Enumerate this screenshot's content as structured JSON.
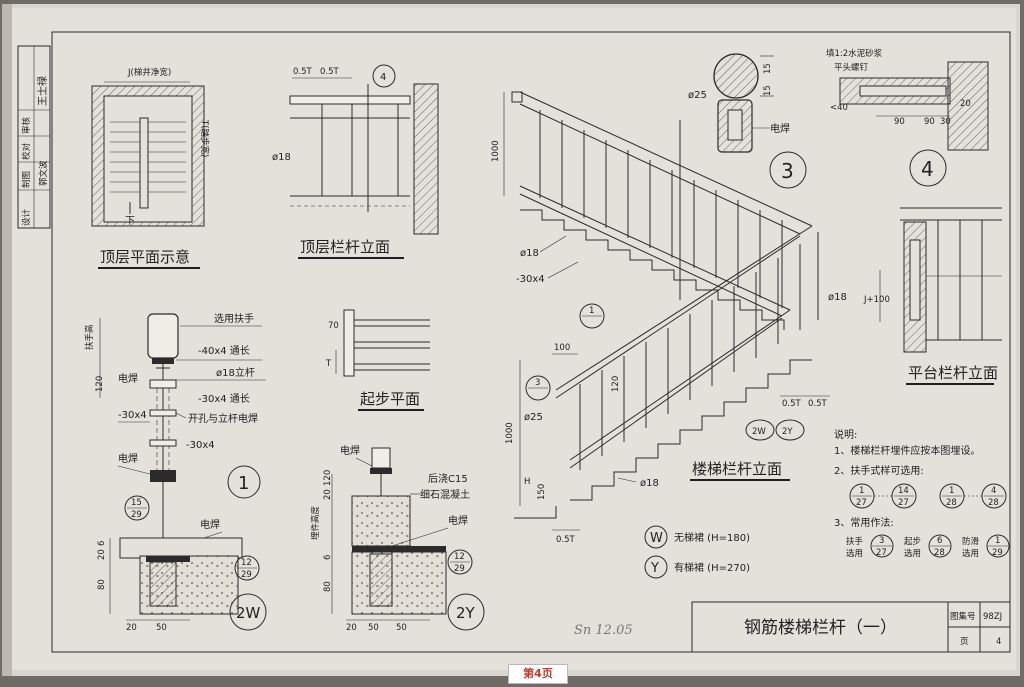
{
  "sheet": {
    "title": "钢筋楼梯栏杆（一）",
    "atlas_label": "图集号",
    "atlas_no": "98ZJ",
    "page_label": "页",
    "page_no": "4",
    "page_tag": "第4页",
    "handwriting": "Sn 12.05"
  },
  "views": {
    "top_plan": {
      "caption": "顶层平面示意",
      "well_width": "J(梯井净宽)",
      "tread_width": "T(踏步宽)",
      "down": "下"
    },
    "top_railing": {
      "caption": "顶层栏杆立面",
      "dim_a": "0.5T",
      "dim_b": "0.5T",
      "bar": "ø18",
      "callout": "4"
    },
    "start_plan": {
      "caption": "起步平面",
      "dim": "70",
      "t": "T"
    },
    "stair_railing": {
      "caption": "楼梯栏杆立面",
      "h1000a": "1000",
      "h1000b": "1000",
      "bar_a": "ø18",
      "flat": "-30x4",
      "bar_b": "ø18",
      "bar_c": "ø18",
      "dim100": "100",
      "dim120": "120",
      "tube": "ø25",
      "h": "H",
      "h150": "150",
      "t05a": "0.5T",
      "t05b": "0.5T",
      "t05c": "0.5T",
      "callout_1": "1",
      "callout_3": "3",
      "ref_2w": "2W",
      "ref_2y": "2Y"
    },
    "platform_railing": {
      "caption": "平台栏杆立面",
      "dim": "J+100"
    },
    "detail1": {
      "handrail_label": "扶手高",
      "handrail": "选用扶手",
      "flat_top": "-40x4 通长",
      "post": "ø18立杆",
      "weld_a": "电焊",
      "flat_mid": "-30x4 通长",
      "hole": "开孔与立杆电焊",
      "flat_left": "-30x4",
      "flat_low": "-30x4",
      "weld_b": "电焊",
      "weld_c": "电焊",
      "h120": "120",
      "h6": "6",
      "h20": "20",
      "h80": "80",
      "w20": "20",
      "w50": "50",
      "callout": "1",
      "ref_num": "15",
      "ref_den": "29",
      "ref2_num": "12",
      "ref2_den": "29",
      "label": "2W"
    },
    "detail2": {
      "weld_a": "电焊",
      "post_c15": "后浇C15",
      "concrete": "细石混凝土",
      "weld_b": "电焊",
      "embed": "埋件高度",
      "h20": "20",
      "h120": "120",
      "h6": "6",
      "h80": "80",
      "w20": "20",
      "w50a": "50",
      "w50b": "50",
      "ref_num": "12",
      "ref_den": "29",
      "label": "2Y"
    },
    "detail3": {
      "tube": "ø25",
      "d15a": "15",
      "d15b": "15",
      "weld": "电焊",
      "callout": "3"
    },
    "detail4": {
      "mortar": "填1:2水泥砂浆",
      "bolt": "平头螺钉",
      "d40": "<40",
      "d90a": "90",
      "d90b": "90",
      "d30": "30",
      "d20": "20",
      "callout": "4"
    }
  },
  "legend": {
    "w_label": "W",
    "w_text": "无梯裙 (H=180)",
    "y_label": "Y",
    "y_text": "有梯裙 (H=270)"
  },
  "notes": {
    "title": "说明:",
    "n1": "1、楼梯栏杆埋件应按本图埋设。",
    "n2": "2、扶手式样可选用:",
    "r1_num": "1",
    "r1_den": "27",
    "r2_num": "14",
    "r2_den": "27",
    "r3_num": "1",
    "r3_den": "28",
    "r4_num": "4",
    "r4_den": "28",
    "n3": "3、常用作法:",
    "a_top": "扶手",
    "a_bot": "选用",
    "a_num": "3",
    "a_den": "27",
    "b_top": "起步",
    "b_bot": "选用",
    "b_num": "6",
    "b_den": "28",
    "c_top": "防滑",
    "c_bot": "选用",
    "c_num": "1",
    "c_den": "29"
  },
  "stamp": {
    "c1": "设计",
    "c2": "制图",
    "c3": "校对",
    "c4": "审核",
    "s1": "王士禄",
    "s2": "郭文波"
  }
}
